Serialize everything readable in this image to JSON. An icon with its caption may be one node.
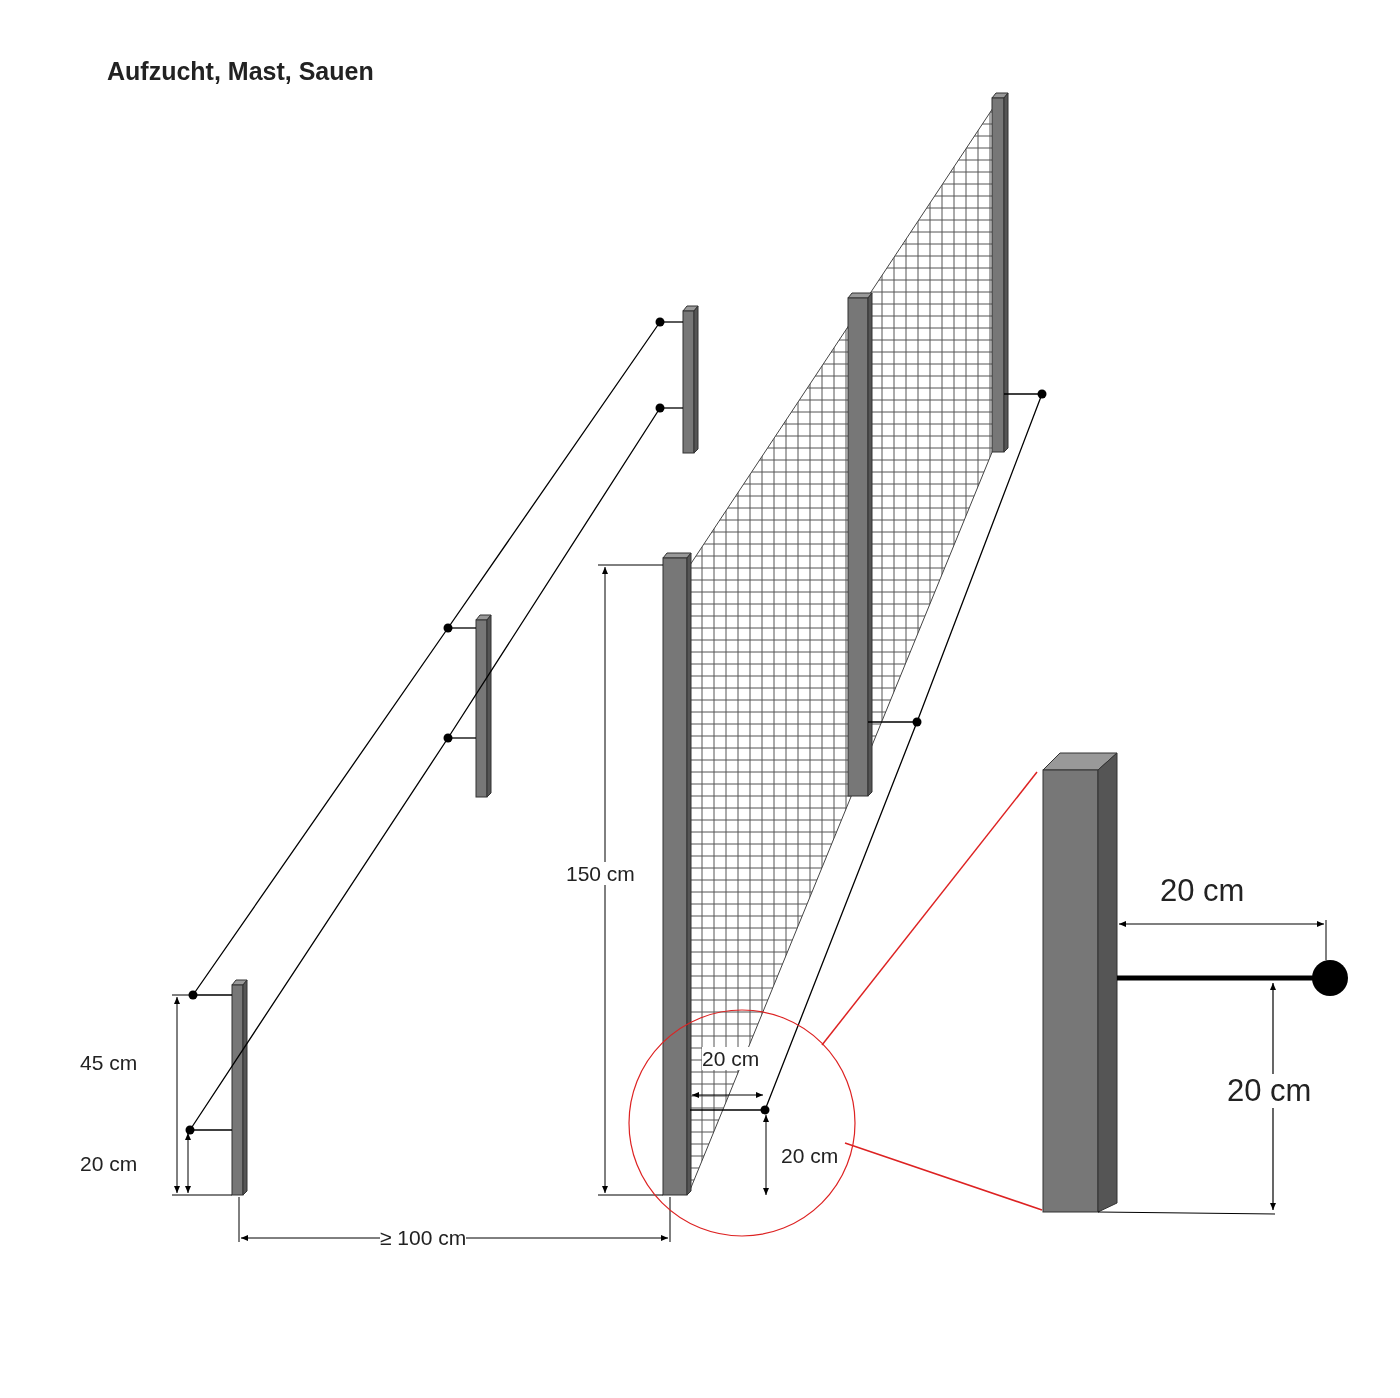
{
  "diagram": {
    "title": "Aufzucht, Mast, Sauen",
    "nodes": [
      {
        "text": [],
        "shape": "circle"
      },
      {
        "text": [],
        "shape": "picture"
      }
    ],
    "edges": [
      {
        "from": 0,
        "to": 1,
        "arrow": "none",
        "color": "#dd2222"
      },
      {
        "from": 0,
        "to": 1,
        "arrow": "none",
        "color": "#dd2222"
      }
    ],
    "labels": [
      "150 cm",
      "20 cm",
      "45 cm",
      "20 cm",
      "20 cm",
      "20 cm",
      "20 cm",
      "≥ 100 cm"
    ]
  }
}
